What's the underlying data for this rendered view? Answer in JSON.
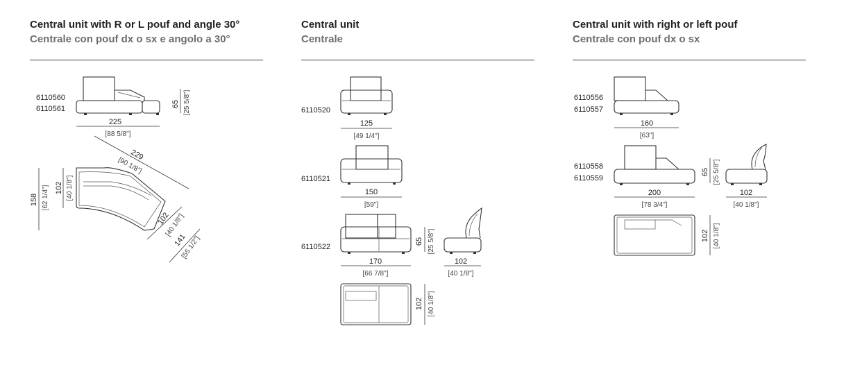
{
  "sections": [
    {
      "title_en": "Central unit with R or L pouf and angle 30°",
      "title_it": "Centrale con pouf dx o sx e angolo a 30°",
      "codes": [
        "6110560",
        "6110561"
      ],
      "front": {
        "width": "225",
        "width_in": "[88 5/8\"]",
        "height": "65",
        "height_in": "[25 5/8\"]"
      },
      "angle": {
        "diagonal": "229",
        "diagonal_in": "[90 1/8\"]",
        "depth_left": "158",
        "depth_left_in": "[62 1/4\"]",
        "depth_inner": "102",
        "depth_inner_in": "[40 1/8\"]",
        "arm_depth": "102",
        "arm_depth_in": "[40 1/8\"]",
        "arm_total": "141",
        "arm_total_in": "[55 1/2\"]"
      }
    },
    {
      "title_en": "Central unit",
      "title_it": "Centrale",
      "unit1": {
        "code": "6110520",
        "width": "125",
        "width_in": "[49 1/4\"]"
      },
      "unit2": {
        "code": "6110521",
        "width": "150",
        "width_in": "[59\"]"
      },
      "unit3": {
        "code": "6110522",
        "width": "170",
        "width_in": "[66 7/8\"]",
        "height": "65",
        "height_in": "[25 5/8\"]",
        "depth": "102",
        "depth_in": "[40 1/8\"]"
      },
      "plan": {
        "depth": "102",
        "depth_in": "[40 1/8\"]"
      }
    },
    {
      "title_en": "Central unit with right or left pouf",
      "title_it": "Centrale con pouf dx o sx",
      "unit1": {
        "codes": [
          "6110556",
          "6110557"
        ],
        "width": "160",
        "width_in": "[63\"]"
      },
      "unit2": {
        "codes": [
          "6110558",
          "6110559"
        ],
        "width": "200",
        "width_in": "[78 3/4\"]",
        "height": "65",
        "height_in": "[25 5/8\"]",
        "depth": "102",
        "depth_in": "[40 1/8\"]"
      },
      "plan": {
        "depth": "102",
        "depth_in": "[40 1/8\"]"
      }
    }
  ]
}
